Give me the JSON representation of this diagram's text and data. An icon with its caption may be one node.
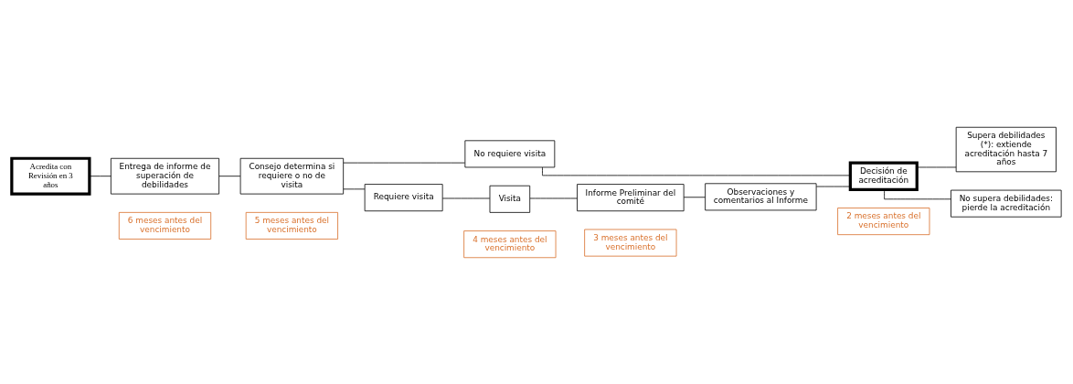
{
  "diagram": {
    "nodes": [
      {
        "text": [
          "6 meses antes del vencimiento"
        ]
      },
      {
        "text": [
          "5 meses antes del vencimiento"
        ]
      },
      {
        "text": [
          "4 meses antes del vencimiento"
        ]
      },
      {
        "text": [
          "3 meses antes del vencimiento"
        ]
      },
      {
        "text": [
          "2 meses antes del vencimiento"
        ]
      },
      {
        "text": [
          "Acredita con Revisión en 3 años"
        ]
      },
      {
        "text": [
          "Entrega de informe de superación de debilidades"
        ]
      },
      {
        "text": [
          "Consejo determina si requiere o no de visita"
        ]
      },
      {
        "text": [
          "No requiere visita"
        ]
      },
      {
        "text": [
          "Requiere visita"
        ]
      },
      {
        "text": [
          "Visita"
        ]
      },
      {
        "text": [
          "Informe Preliminar del comité"
        ]
      },
      {
        "text": [
          "Observaciones y comentarios al Informe"
        ]
      },
      {
        "text": [
          "Decisión de acreditación"
        ]
      },
      {
        "text": [
          "Supera debilidades (*): extiende acreditación hasta 7 años"
        ]
      },
      {
        "text": [
          "No supera debilidades: pierde la acreditación"
        ]
      }
    ],
    "edges": [
      {
        "from": 5,
        "to": 6,
        "arrow": "none"
      },
      {
        "from": 6,
        "to": 7,
        "arrow": "none"
      },
      {
        "from": 7,
        "to": 8,
        "arrow": "none"
      },
      {
        "from": 8,
        "to": 13,
        "arrow": "none"
      },
      {
        "from": 7,
        "to": 9,
        "arrow": "none"
      },
      {
        "from": 9,
        "to": 10,
        "arrow": "none"
      },
      {
        "from": 10,
        "to": 11,
        "arrow": "none"
      },
      {
        "from": 11,
        "to": 12,
        "arrow": "none"
      },
      {
        "from": 12,
        "to": 13,
        "arrow": "none"
      },
      {
        "from": 13,
        "to": 14,
        "arrow": "none"
      },
      {
        "from": 13,
        "to": 15,
        "arrow": "none"
      }
    ]
  }
}
